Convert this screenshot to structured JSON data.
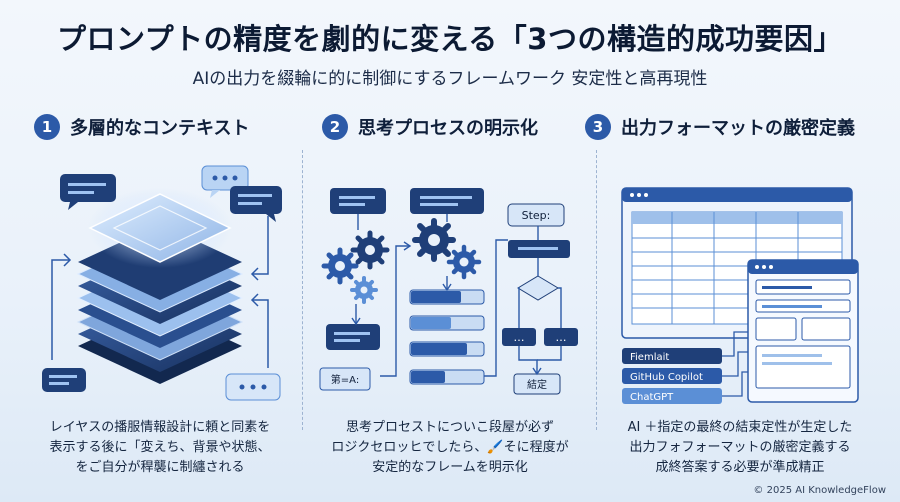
{
  "title": "プロンプトの精度を劇的に変える「3つの構造的成功要因」",
  "subtitle": "AIの出力を綴輪に的に制御にするフレームワーク 安定性と高再現性",
  "columns": [
    {
      "number": "1",
      "heading": "多層的なコンテキスト",
      "desc": [
        "レイヤスの播服情報設計に頼と同素を",
        "表示する後に「変えち、背景や状態、",
        "をご自分が稈襲に制纏される"
      ]
    },
    {
      "number": "2",
      "heading": "思考プロセスの明示化",
      "desc": [
        "思考プロセストについこ段屋が必ず",
        "ロジクセロッヒでしたら、🖌️そに程度が",
        "安定的なフレームを明示化"
      ]
    },
    {
      "number": "3",
      "heading": "出力フォーマットの厳密定義",
      "desc": [
        "AI ＋指定の最終の結束定性が生定した",
        "出力フォフォーマットの厳密定義する",
        "成終答案する必要が準成精正"
      ]
    }
  ],
  "diagram2": {
    "step_label": "Step:",
    "box_label": "第=A:",
    "result_label": "結定",
    "dots": "…"
  },
  "diagram3": {
    "tags": [
      "Fiemlait",
      "GitHub Copilot",
      "ChatGPT"
    ]
  },
  "footer": "© 2025 AI KnowledgeFlow",
  "colors": {
    "primary": "#2c5aa8",
    "dark_navy": "#1e3a6e",
    "light_blue": "#9fc0ea",
    "accent": "#5b8fd6"
  }
}
